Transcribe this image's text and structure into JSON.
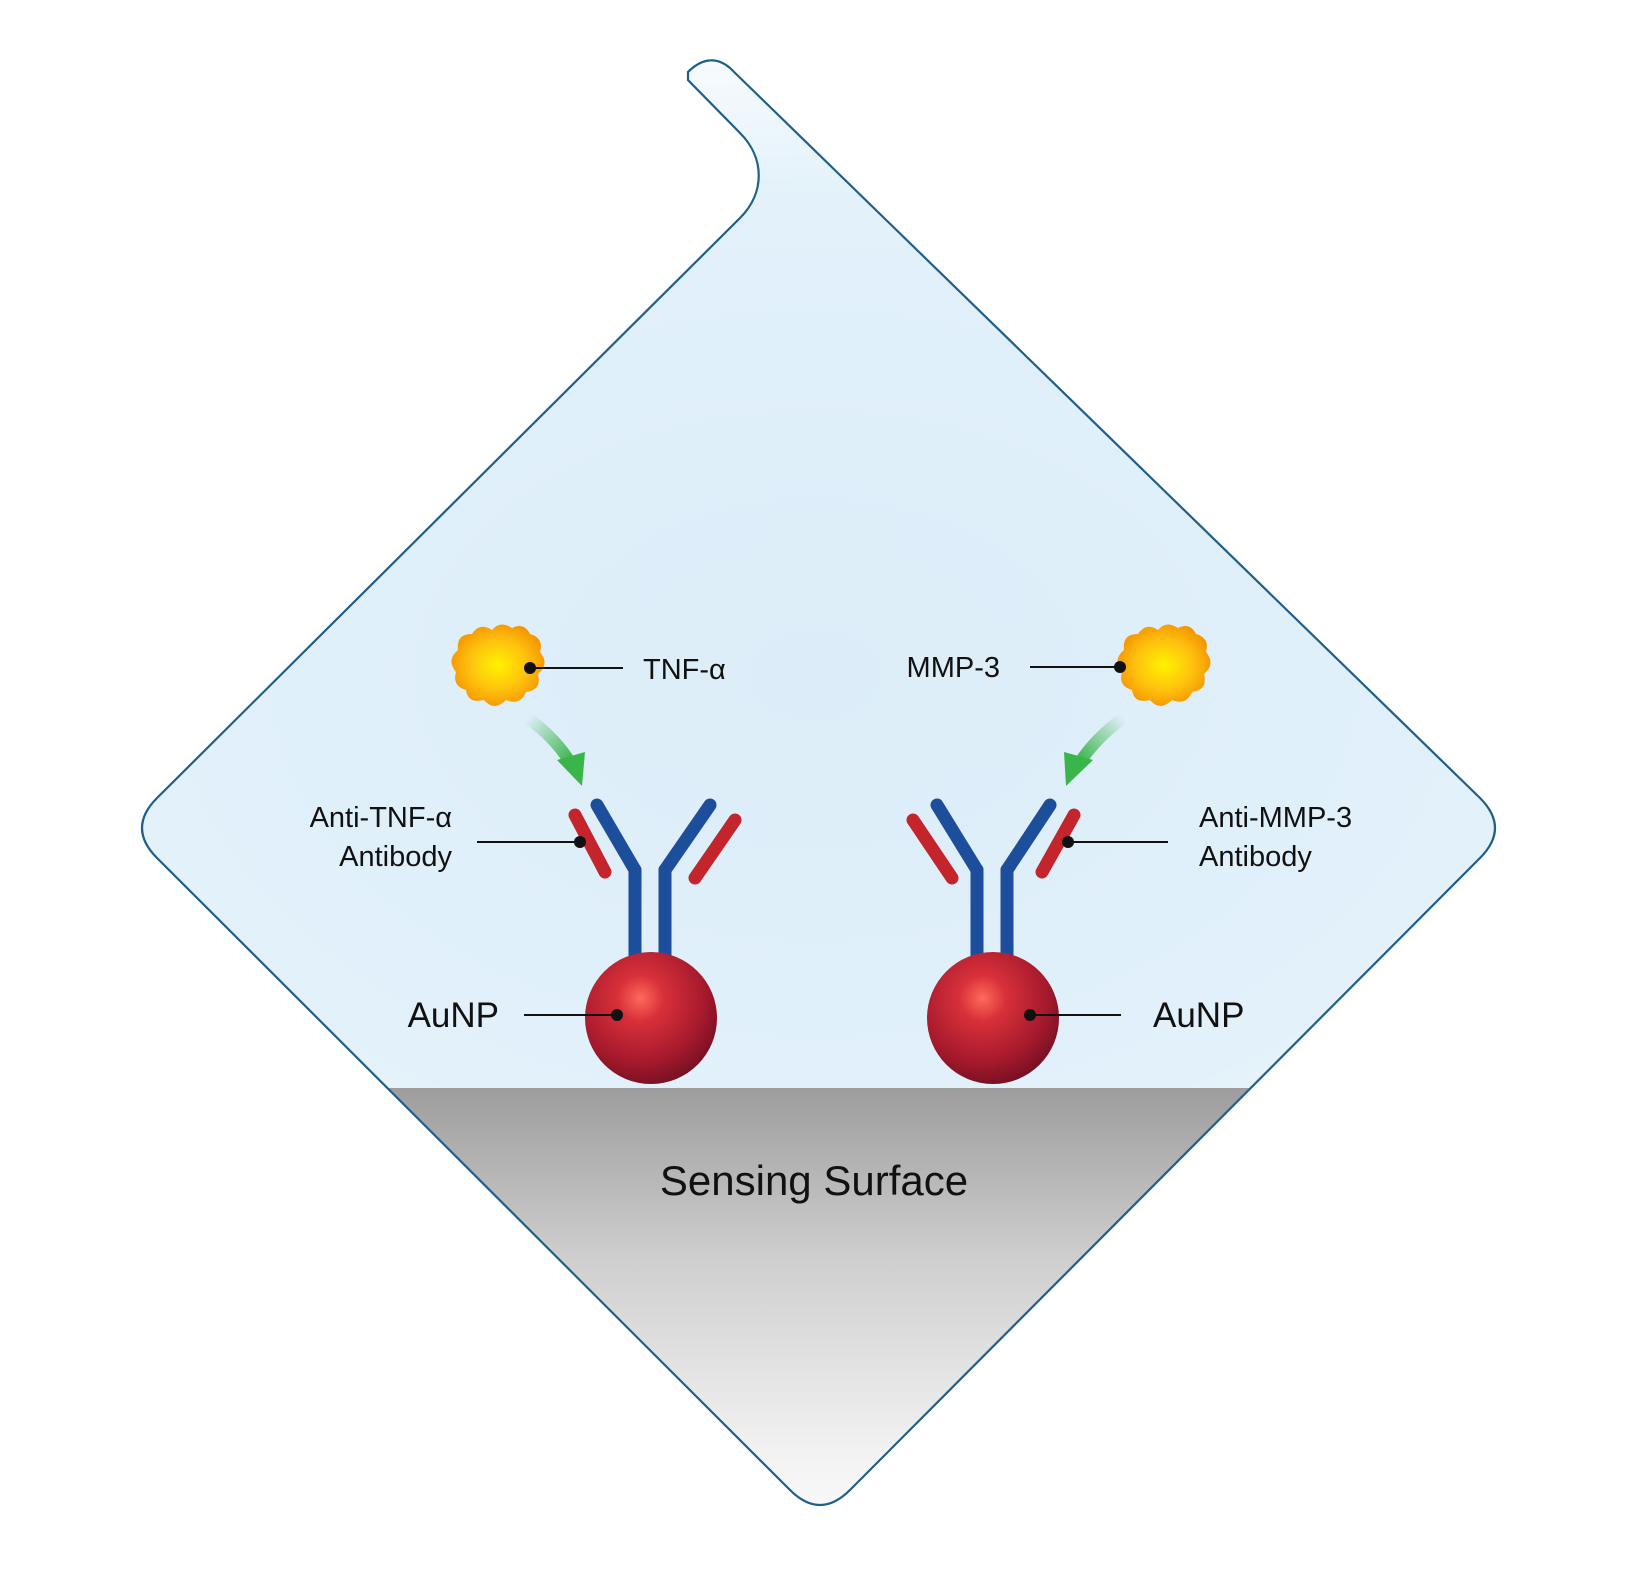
{
  "colors": {
    "outline": "#1f5f8b",
    "water_fill": "#dff0fa",
    "surface_shadow": "#9a9a9a",
    "heavy_chain": "#1d4e9b",
    "light_chain": "#c4242b",
    "nanoparticle": "#b01f2f",
    "analyte": "#f7a800",
    "binding_arrow": "#3ab54a",
    "leader_line": "#111111"
  },
  "left_assembly": {
    "analyte_label": "TNF-α",
    "antibody_label_line1": "Anti-TNF-α",
    "antibody_label_line2": "Antibody",
    "particle_label": "AuNP",
    "analyte_icon": "protein-blob-icon",
    "antibody_icon": "y-antibody-icon",
    "particle_icon": "gold-nanoparticle-icon"
  },
  "right_assembly": {
    "analyte_label": "MMP-3",
    "antibody_label_line1": "Anti-MMP-3",
    "antibody_label_line2": "Antibody",
    "particle_label": "AuNP",
    "analyte_icon": "protein-blob-icon",
    "antibody_icon": "y-antibody-icon",
    "particle_icon": "gold-nanoparticle-icon"
  },
  "surface": {
    "label": "Sensing Surface"
  }
}
